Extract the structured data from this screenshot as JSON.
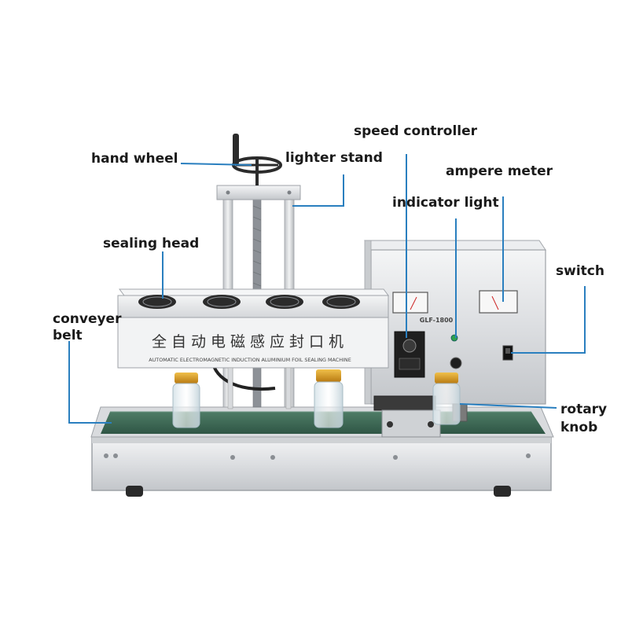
{
  "labels": {
    "hand_wheel": "hand wheel",
    "lighter_stand": "lighter stand",
    "speed_controller": "speed controller",
    "ampere_meter": "ampere meter",
    "indicator_light": "indicator light",
    "sealing_head": "sealing head",
    "switch": "switch",
    "conveyer_belt_line1": "conveyer",
    "conveyer_belt_line2": "belt",
    "rotary_knob_line1": "rotary",
    "rotary_knob_line2": "knob"
  },
  "machine": {
    "chinese_name": "全自动电磁感应封口机",
    "english_name": "AUTOMATIC ELECTROMAGNETIC INDUCTION ALUMINIUM FOIL SEALING MACHINE",
    "model": "GLF-1800"
  },
  "colors": {
    "leader_line": "#2a7fbf",
    "label_text": "#1a1a1a",
    "steel_light": "#e9eaec",
    "steel_dark": "#b9bcc0",
    "belt": "#3f6b57",
    "jar_lid": "#d99a1f"
  }
}
